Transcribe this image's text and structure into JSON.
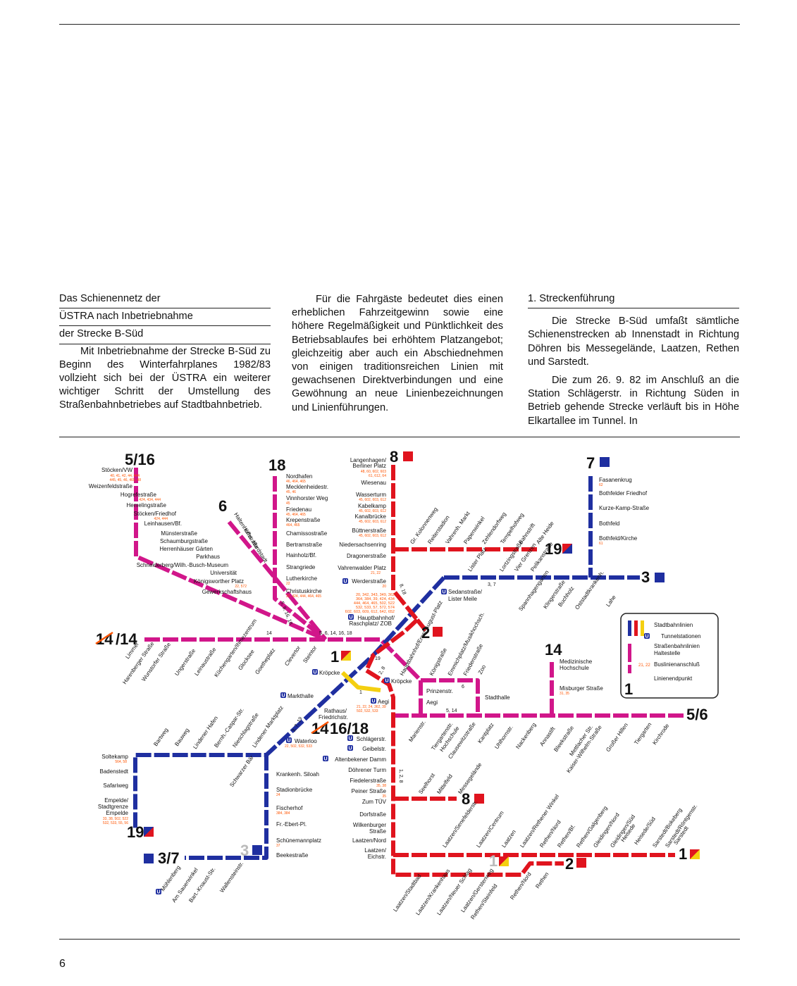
{
  "text": {
    "col1_heading_lines": [
      "Das Schienennetz der",
      "ÜSTRA nach Inbetriebnahme",
      "der Strecke B-Süd"
    ],
    "col1_body": "Mit Inbetriebnahme der Strecke B-Süd zu Beginn des Winterfahrplanes 1982/83 vollzieht sich bei der ÜSTRA ein weiterer wichtiger Schritt der Umstellung des Straßenbahnbetriebes auf Stadtbahnbetrieb.",
    "col2_body": "Für die Fahrgäste bedeutet dies einen erheblichen Fahrzeitgewinn sowie eine höhere Regelmäßigkeit und Pünktlichkeit des Betriebsablaufes bei erhöhtem Platzangebot; gleichzeitig aber auch ein Abschiednehmen von einigen traditionsreichen Linien mit gewachsenen Direktverbindungen und eine Gewöhnung an neue Linienbezeichnungen und Linienführungen.",
    "col3_heading": "1. Streckenführung",
    "col3_p1": "Die Strecke B-Süd umfaßt sämtliche Schienenstrecken ab Innenstadt in Richtung Döhren bis Messegelände, Laatzen, Rethen und Sarstedt.",
    "col3_p2": "Die zum 26. 9. 82 im Anschluß an die Station Schlägerstr. in Richtung Süden in Betrieb gehende Strecke verläuft bis in Höhe Elkartallee im Tunnel. In",
    "page_number": "6"
  },
  "colors": {
    "blue": "#1f2fa0",
    "red": "#e0141e",
    "magenta": "#d1168a",
    "yellow": "#f4cf10",
    "orange": "#ff5400"
  },
  "map": {
    "line_numbers": {
      "l5_16": "5/16",
      "l18": "18",
      "l6": "6",
      "l8": "8",
      "l7": "7",
      "l19a": "19",
      "l3": "3",
      "l2": "2",
      "l14": "14",
      "l1": "1",
      "l14_16_18": "16/18",
      "l5_6": "5/6",
      "l3_7": "3/7",
      "l19b": "19",
      "l8b": "8",
      "l1b": "1",
      "l2b": "2",
      "l1c": "1",
      "l3b": "3",
      "l14_14_struck": "14",
      "l14_14": "/14",
      "l14_16_struck": "14"
    },
    "legend": {
      "stadtbahn": "Stadtbahnlinien",
      "tunnel": "Tunnelstationen",
      "strab_1": "Straßenbahnlinien",
      "strab_2": "Haltestelle",
      "bus_nums": "21, 22",
      "bus": "Buslinienanschluß",
      "end": "Linienendpunkt",
      "end_num": "1"
    },
    "small_labels": {
      "s1": "3, 7",
      "s2": "5, 6, 16, 18",
      "s3": "14",
      "s4": "5, 6, 14, 16, 18",
      "s5": "8, 18",
      "s6": "19",
      "s7": "2, 8",
      "s8": "1",
      "s9": "6",
      "s10": "5, 14",
      "s11": "3, 7, 19",
      "s12": "1, 2, 8"
    },
    "stations": {
      "w1": "Stöcken/VW",
      "w1b": "40, 41, 42, 44, 444",
      "w1c": "445, 45, 46, 465, 48",
      "w2": "Weizenfeldstraße",
      "w3": "Hogrefestraße",
      "w3b": "424, 434, 444",
      "w4": "Hemelingstraße",
      "w5": "Stöcken/Friedhof",
      "w5b": "424, 444",
      "w6": "Leinhausen/Bf.",
      "w7": "Münsterstraße",
      "w8": "Schaumburgstraße",
      "w9": "Herrenhäuser Gärten",
      "w10": "Parkhaus",
      "w11": "Schneiderberg/Wilh.-Busch-Museum",
      "w12": "Universität",
      "w13": "Königsworther Platz",
      "w13b": "22, 572",
      "w14": "Gewerkschaftshaus",
      "n1": "Nordhafen",
      "n1b": "46, 464, 465",
      "n2": "Mecklenheidestr.",
      "n2b": "45, 46",
      "n3": "Vinnhorster Weg",
      "n3b": "45",
      "n4": "Friedenau",
      "n4b": "45, 464, 465",
      "n5": "Krepenstraße",
      "n5b": "464, 465",
      "n6": "Chamissostraße",
      "n7": "Bertramstraße",
      "n8": "Hainholz/Bf.",
      "n9": "Strangriede",
      "n10": "Lutherkirche",
      "n10b": "22",
      "n11": "Christuskirche",
      "n11b": "22, 424, 444, 464, 465",
      "e6a": "Haltenhoffstraße",
      "e6b": "Krhs. Nordstadt",
      "c1": "Langenhagen/",
      "c1b": "Berliner Platz",
      "c1c": "48, 60, 602, 603",
      "c1d": "61, 612, 64",
      "c2": "Wiesenau",
      "c3": "Wasserturm",
      "c3b": "45, 602, 603, 612",
      "c4": "Kabelkamp",
      "c4b": "45, 602, 603, 612",
      "c5": "Kanalbrücke",
      "c5b": "45, 602, 603, 612",
      "c6": "Büttnerstraße",
      "c6b": "45, 602, 603, 612",
      "c7": "Niedersachsenring",
      "c8": "Dragonerstraße",
      "c9": "Vahrenwalder Platz",
      "c9b": "21, 22",
      "c10": "Werderstraße",
      "c10b": "20",
      "c11": "20, 342, 343, 349, 362",
      "c11b": "364, 384, 39, 424, 434",
      "c11c": "444, 464, 465, 502, 522",
      "c11d": "532, 533, 57, 572, 574",
      "c11e": "602, 603, 609, 612, 642, 652",
      "c12": "Hauptbahnhof/",
      "c12b": "Raschplatz/ ZOB",
      "r1": "Gr. Kolonnenweg",
      "r2": "Reiterstadion",
      "r3": "Vahrenh. Markt",
      "r4": "Papenwinkel",
      "r5": "Zehlendorfweg",
      "r6": "Tempelhofweg",
      "r7": "Bahnstrift",
      "r8": "Alte Heide",
      "q1": "Lister Platz",
      "q2": "Lortzingstraße",
      "q3": "Vier Grenzen",
      "q4": "Pelikanstraße",
      "q5": "Sedanstraße/",
      "q5b": "Lister Meile",
      "q6": "Spannhagengarten",
      "q7": "Klingerstraße",
      "q8": "Buchholz",
      "q9": "Oststadtkrankenh.",
      "q10": "Lahe",
      "p1": "Fasanenkrug",
      "p1b": "62",
      "p2": "Bothfelder Friedhof",
      "p3": "Kurze-Kamp-Straße",
      "p4": "Bothfeld",
      "p5": "Bothfeld/Kirche",
      "p5b": "61",
      "x1": "Limmer",
      "x2": "Harenberger Straße",
      "x3": "Wunstorfer Straße",
      "x4": "Ungerstraße",
      "x5": "Leinaustraße",
      "x6": "Küchengarten/Ihmezentrum",
      "x7": "Glocksee",
      "x8": "Goetheplatz",
      "x9": "Clevertor",
      "x10": "Steintor",
      "k1": "Kröpcke",
      "k2": "Kröpcke",
      "k3": "Markthalle",
      "k4": "Aegi",
      "k4b": "21, 22, 24, 362, 39",
      "k4c": "502, 532, 533",
      "k5": "Rathaus/",
      "k5b": "Friedrichstr.",
      "k6": "Hauptbahnhof/Ernst-August-Platz",
      "k7": "Königstraße",
      "k8": "Emmichplatz/Musikhochsch.",
      "k9": "Friedenstraße",
      "k10": "Zoo",
      "k11": "Prinzenstr.",
      "k12": "Aegi",
      "k13": "Stadthalle",
      "m1": "Medizinische",
      "m1b": "Hochschule",
      "m2": "Misburger Straße",
      "m2b": "31, 35",
      "y1": "Marienstr.",
      "y2": "Tiergartenstr.",
      "y3": "Hochschule",
      "y4": "Clausewitzstraße",
      "y5": "Kantplatz",
      "y6": "Uhlhornstr.",
      "y7": "Nackenberg",
      "y8": "Annastift",
      "y9": "Bleekstraße",
      "y10": "Mettlacher Str.",
      "y11": "Kaiser-Wilhelm-Straße",
      "y12": "Großer Hillen",
      "y13": "Tiergarten",
      "y14": "Kirchrode",
      "z1": "Bartweg",
      "z2": "Bauweg",
      "z3": "Lindener Hafen",
      "z4": "Bernh.-Caspar-Str.",
      "z5": "Nieschlagstraße",
      "z6": "Lindener Marktplatz",
      "z7": "Waterloo",
      "z7b": "22, 502, 532, 533",
      "z8": "Soltekamp",
      "z8b": "564, 58",
      "z9": "Badenstedt",
      "z10": "Safariweg",
      "z11": "Empelde/",
      "z11b": "Stadtgrenze",
      "z11c": "Empelde",
      "z11d": "33, 38, 502, 522",
      "z11e": "532, 533, 55, 56",
      "z12": "Schwarzer Bär",
      "v1": "Krankenh. Siloah",
      "v2": "Stadionbrücke",
      "v2b": "24",
      "v3": "Fischerhof",
      "v3b": "384, 384",
      "v4": "Fr.-Ebert-Pl.",
      "v5": "Schünemannplatz",
      "v5b": "37",
      "v6": "Beekestraße",
      "u1": "Mühlenberg",
      "u2": "Am Sauerwinkel",
      "u3": "Bart.-Knaust-Str.",
      "u4": "Wallensteinstr.",
      "t1": "Schlägerstr.",
      "t2": "Geibelstr.",
      "t3": "Altenbekener Damm",
      "t4": "Döhrener Turm",
      "t5": "Fiedelerstraße",
      "t5b": "35, 38",
      "t6": "Peiner Straße",
      "t6b": "35",
      "t7": "Zum TÜV",
      "t8": "Dorfstraße",
      "t9": "Wilkenburger",
      "t9b": "Straße",
      "t10": "Laatzen/Nord",
      "t11": "Laatzen/",
      "t11b": "Eichstr.",
      "g1": "Seelhorst",
      "g2": "Mittelfeld",
      "g3": "Messegelände",
      "h1": "Laatzen/Senefelderstr.",
      "h2": "Laatzen/Centrum",
      "h3": "Laatzen",
      "h4": "Laatzen/Rethener Winkel",
      "h5": "Rethen/Nord",
      "h6": "Rethen/Bf.",
      "h7": "Rethen/Galgenberg",
      "h8": "Gleidingen/Nord",
      "h9": "Gleidingen/Süd",
      "h10": "Heisede",
      "h11": "Heisede/Süd",
      "h12": "Sarstedt/Bokeberg",
      "h13": "Sarstedt/Röntgenstr.",
      "h14": "Sarstedt",
      "j1": "Laatzen/Stadtbad",
      "j2": "Laatzen/Krankenhaus",
      "j3": "Laatzen/Neuer Schlag",
      "j4": "Laatzen/Gerstenweg",
      "j5": "Rethen/Steinfeld",
      "j6": "Rethen/Nord",
      "j7": "Rethen"
    }
  }
}
